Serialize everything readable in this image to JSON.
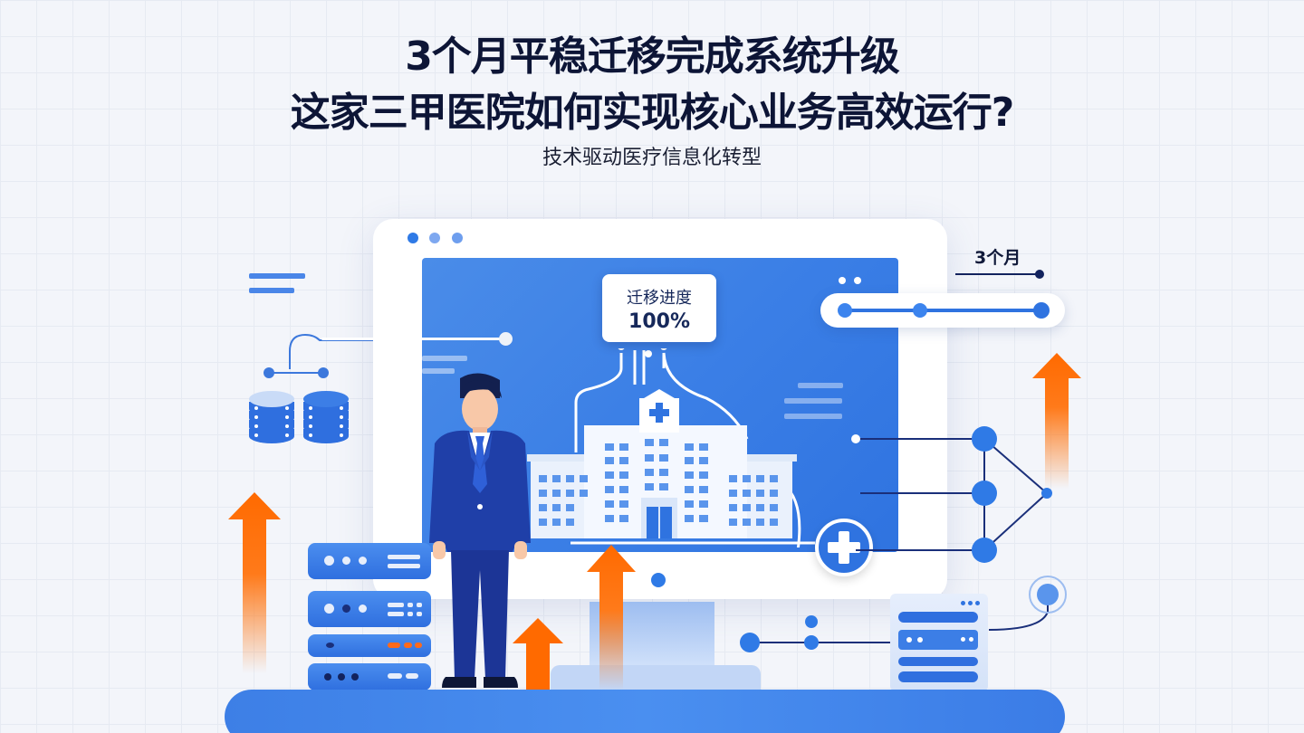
{
  "header": {
    "title_line1": "3个月平稳迁移完成系统升级",
    "title_line2": "这家三甲医院如何实现核心业务高效运行?",
    "subtitle": "技术驱动医疗信息化转型"
  },
  "illustration": {
    "progress_card": {
      "label": "迁移进度",
      "value": "100%"
    },
    "timeline": {
      "label": "3个月",
      "nodes": 3
    },
    "icons": [
      "hospital-building-icon",
      "medical-cross-icon",
      "database-icon",
      "server-rack-icon",
      "growth-arrow-icon",
      "network-node-icon",
      "businessman-figure"
    ]
  },
  "colors": {
    "primary_blue": "#3b7fe6",
    "dark_navy": "#0d1536",
    "accent_orange": "#ff6a00",
    "background": "#f3f5fa"
  }
}
